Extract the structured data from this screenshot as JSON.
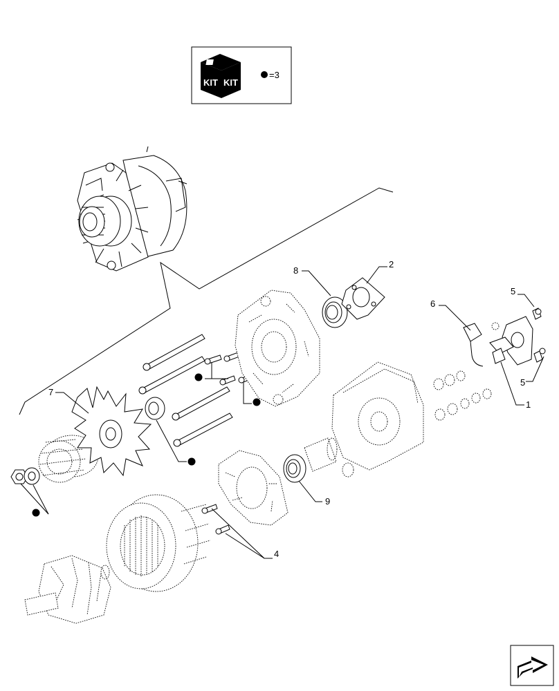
{
  "kit_legend": {
    "kit_label_left": "KIT",
    "kit_label_right": "KIT",
    "equals_text": "=3"
  },
  "callouts": [
    "1",
    "2",
    "4",
    "5",
    "5",
    "6",
    "7",
    "8",
    "9"
  ],
  "icons": {
    "kit_box": "kit-box-icon",
    "bullet": "filled-dot-icon",
    "next_page": "arrow-next-page-icon"
  }
}
